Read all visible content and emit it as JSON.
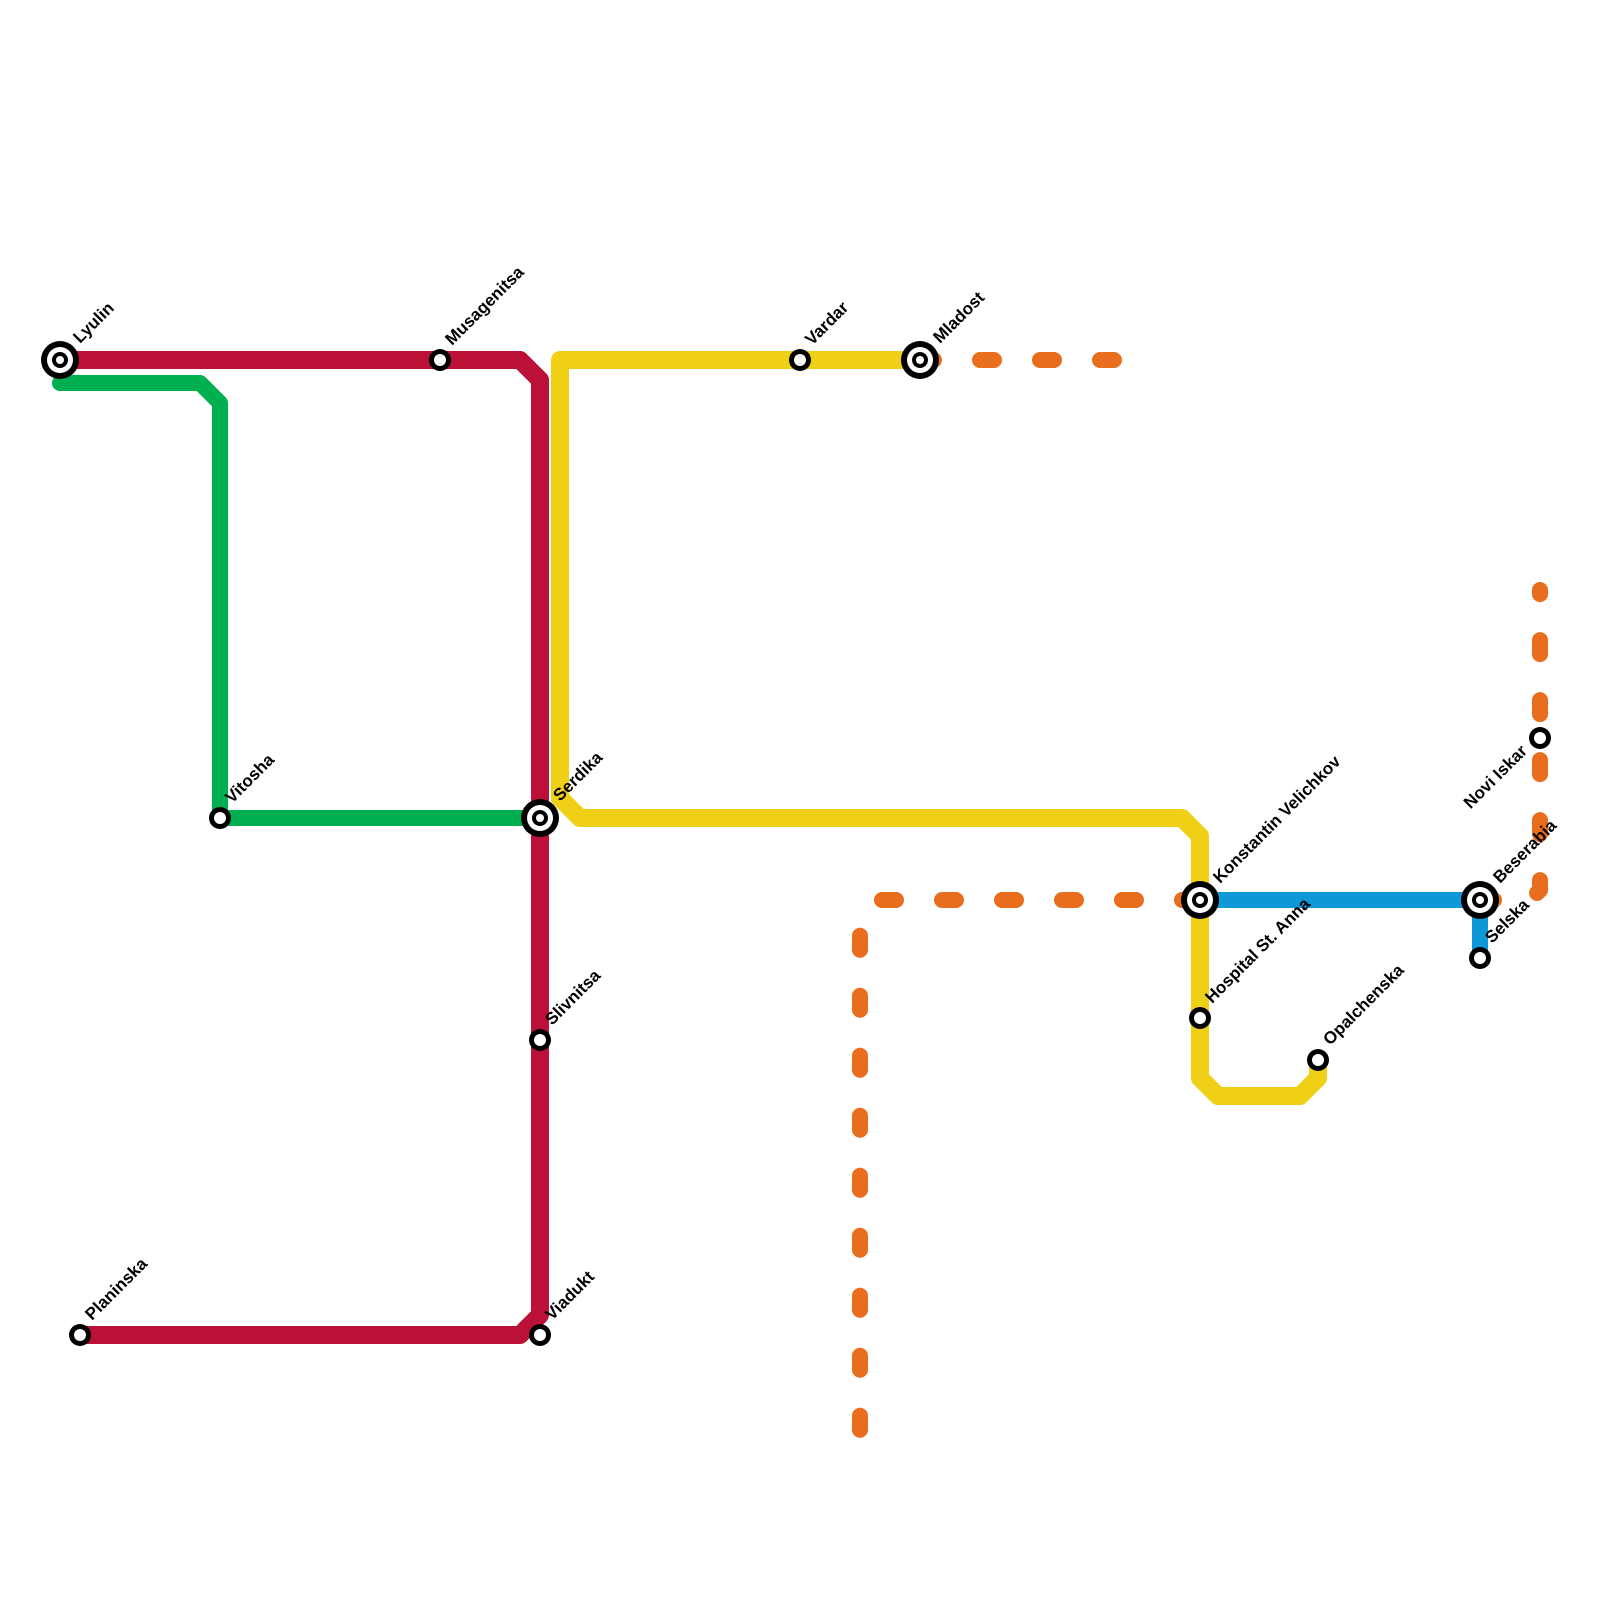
{
  "colors": {
    "red": "#bb1138",
    "green": "#00b050",
    "yellow": "#f0d017",
    "blue": "#0e98d8",
    "orange": "#e86e1e"
  },
  "lines": [
    {
      "id": "red-line",
      "color": "red",
      "dashed": false
    },
    {
      "id": "green-line",
      "color": "green",
      "dashed": false
    },
    {
      "id": "yellow-line",
      "color": "yellow",
      "dashed": false
    },
    {
      "id": "blue-line",
      "color": "blue",
      "dashed": false
    },
    {
      "id": "orange-line",
      "color": "orange",
      "dashed": true
    }
  ],
  "stations": [
    {
      "id": "lyulin",
      "name": "Lyulin",
      "interchange": true
    },
    {
      "id": "musagenitsa",
      "name": "Musagenitsa",
      "interchange": false
    },
    {
      "id": "vardar",
      "name": "Vardar",
      "interchange": false
    },
    {
      "id": "mladost",
      "name": "Mladost",
      "interchange": true
    },
    {
      "id": "vitosha",
      "name": "Vitosha",
      "interchange": false
    },
    {
      "id": "serdika",
      "name": "Serdika",
      "interchange": true
    },
    {
      "id": "slivnitsa",
      "name": "Slivnitsa",
      "interchange": false
    },
    {
      "id": "viadukt",
      "name": "Viadukt",
      "interchange": false
    },
    {
      "id": "planinska",
      "name": "Planinska",
      "interchange": false
    },
    {
      "id": "konstantin-velichkov",
      "name": "Konstantin Velichkov",
      "interchange": true
    },
    {
      "id": "hospital-st-anna",
      "name": "Hospital St. Anna",
      "interchange": false
    },
    {
      "id": "opalchenska",
      "name": "Opalchenska",
      "interchange": false
    },
    {
      "id": "beserabia",
      "name": "Beserabia",
      "interchange": true
    },
    {
      "id": "selska",
      "name": "Selska",
      "interchange": false
    },
    {
      "id": "novi-iskar",
      "name": "Novi Iskar",
      "interchange": false
    }
  ]
}
